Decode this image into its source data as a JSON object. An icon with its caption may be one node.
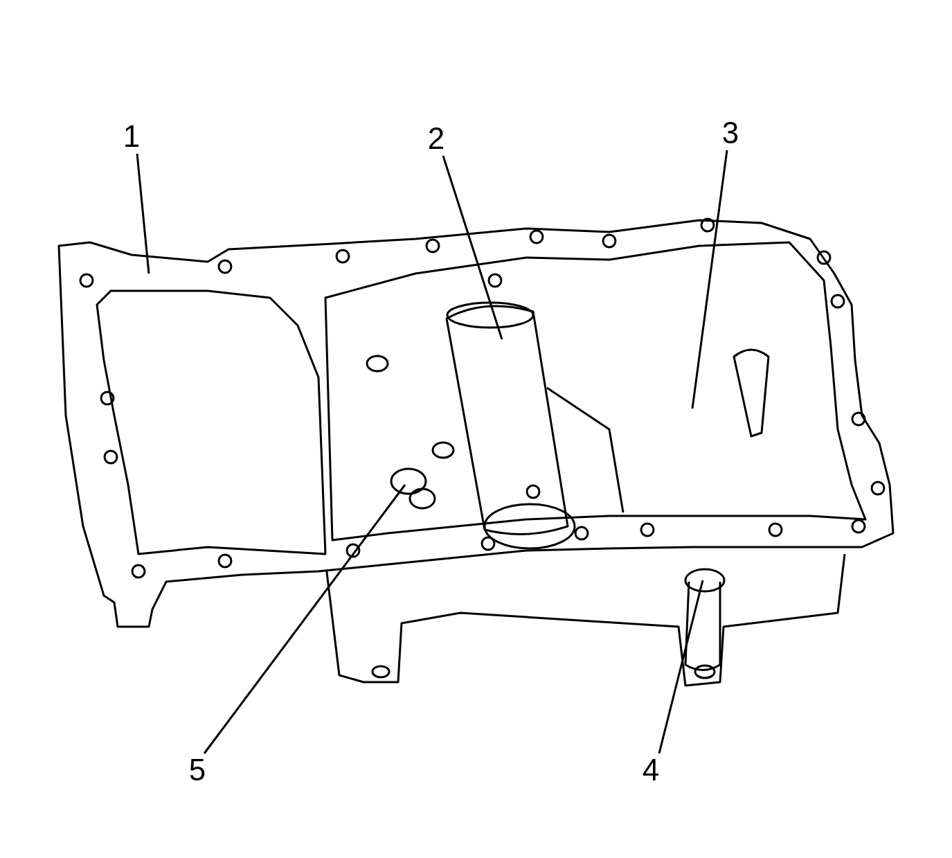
{
  "diagram": {
    "nodes": [
      {
        "text": [
          "1"
        ]
      },
      {
        "text": [
          "2"
        ]
      },
      {
        "text": [
          "3"
        ]
      },
      {
        "text": [
          "5"
        ]
      },
      {
        "text": [
          "4"
        ]
      }
    ],
    "edges": [
      {
        "from": 0,
        "to": null,
        "arrow": "none"
      },
      {
        "from": 1,
        "to": null,
        "arrow": "none"
      },
      {
        "from": 2,
        "to": null,
        "arrow": "none"
      },
      {
        "from": 3,
        "to": null,
        "arrow": "none"
      },
      {
        "from": 4,
        "to": null,
        "arrow": "none"
      }
    ]
  }
}
